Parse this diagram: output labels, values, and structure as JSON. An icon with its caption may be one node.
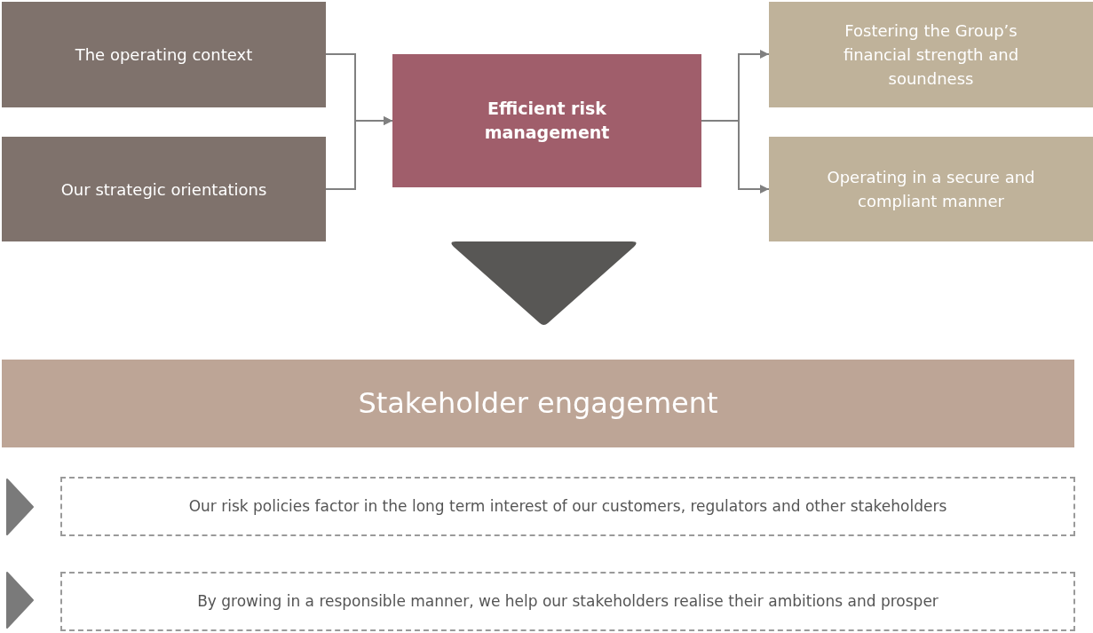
{
  "diagram": {
    "nodes": [
      {
        "text": [
          "The operating context"
        ]
      },
      {
        "text": [
          "Our strategic orientations"
        ]
      },
      {
        "text": [
          "Efficient risk management"
        ]
      },
      {
        "text": [
          "Fostering the Group’s financial strength and soundness"
        ]
      },
      {
        "text": [
          "Operating in a secure and compliant manner"
        ]
      },
      {
        "text": [],
        "shape": "triangle"
      },
      {
        "text": [
          "Stakeholder engagement"
        ]
      },
      {
        "text": [
          "Our risk policies factor in the long term interest of our customers, regulators and other stakeholders"
        ]
      },
      {
        "text": [
          "By growing in a responsible manner, we help our stakeholders realise their ambitions and prosper"
        ]
      }
    ],
    "edges": [
      {
        "from": 0,
        "to": 2,
        "arrow": "to"
      },
      {
        "from": 1,
        "to": 2,
        "arrow": "to"
      },
      {
        "from": 2,
        "to": 3,
        "arrow": "to"
      },
      {
        "from": 2,
        "to": 4,
        "arrow": "to"
      }
    ]
  }
}
